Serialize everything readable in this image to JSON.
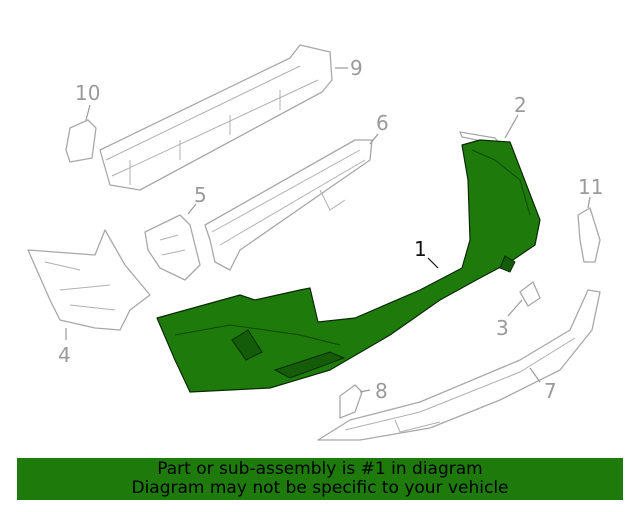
{
  "callouts": {
    "c1": "1",
    "c2": "2",
    "c3": "3",
    "c4": "4",
    "c5": "5",
    "c6": "6",
    "c7": "7",
    "c8": "8",
    "c9": "9",
    "c10": "10",
    "c11": "11"
  },
  "highlight_color": "#1d7a0b",
  "banner": {
    "line1": "Part or sub-assembly is #1 in diagram",
    "line2": "Diagram may not be specific to your vehicle"
  }
}
